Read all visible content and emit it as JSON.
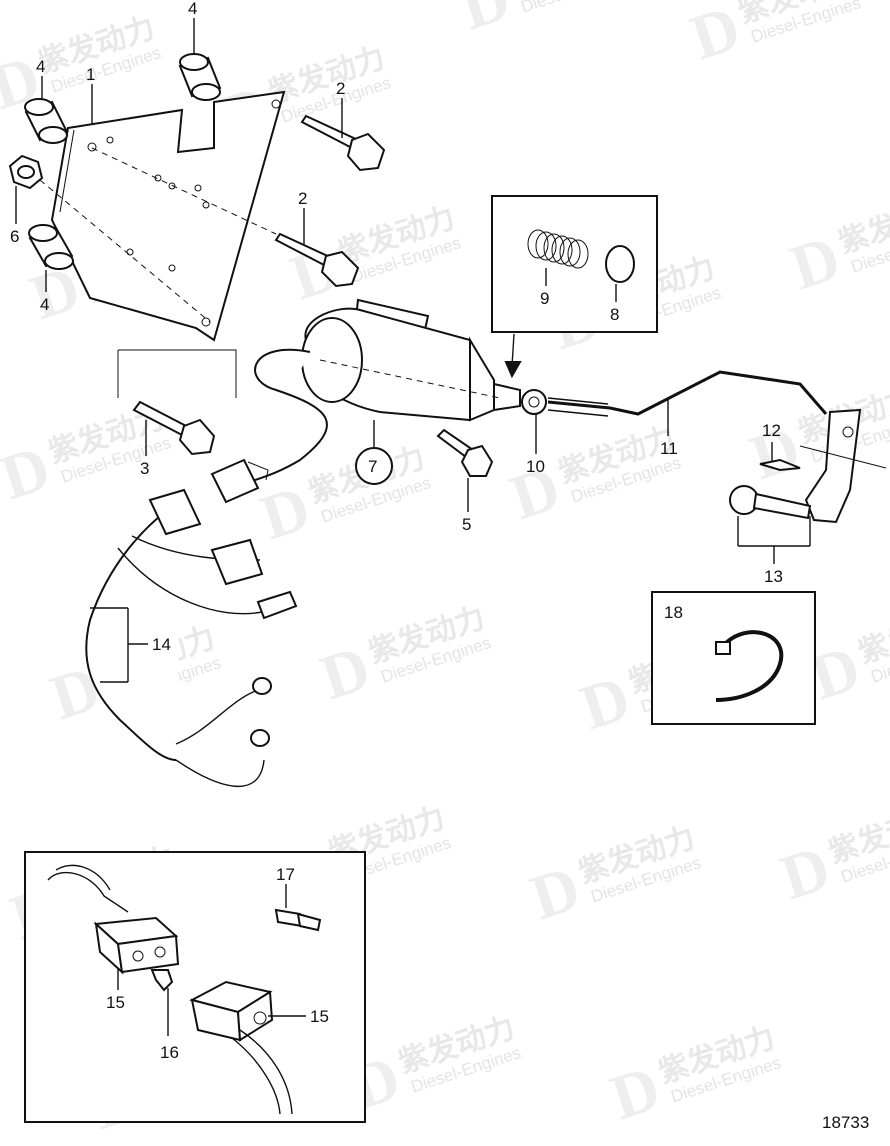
{
  "watermark": {
    "brand": "紫发动力",
    "sub": "Diesel-Engines",
    "logo_letter": "D"
  },
  "drawing_number": "18733",
  "callouts": {
    "c1": "1",
    "c2a": "2",
    "c2b": "2",
    "c3": "3",
    "c4a": "4",
    "c4b": "4",
    "c4c": "4",
    "c5": "5",
    "c6": "6",
    "c7": "7",
    "c8": "8",
    "c9": "9",
    "c10": "10",
    "c11": "11",
    "c12": "12",
    "c13": "13",
    "c14": "14",
    "c15a": "15",
    "c15b": "15",
    "c16": "16",
    "c17": "17",
    "c18": "18"
  },
  "colors": {
    "line": "#111111",
    "background": "#ffffff",
    "watermark": "#e8e8e8"
  }
}
